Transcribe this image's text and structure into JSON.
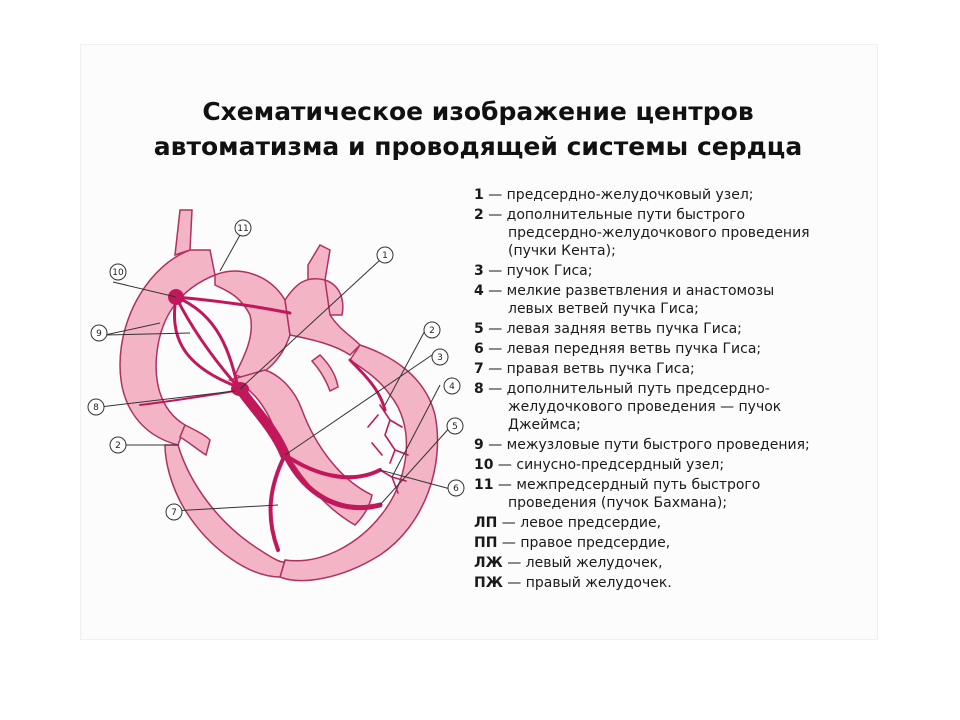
{
  "title": {
    "line1": "Схематическое изображение центров",
    "line2": "автоматизма и проводящей системы сердца"
  },
  "legend": [
    {
      "key": "1",
      "lines": [
        "предсердно-желудочковый узел;"
      ]
    },
    {
      "key": "2",
      "lines": [
        "дополнительные пути быстрого",
        "предсердно-желудочкового проведения",
        "(пучки Кента);"
      ]
    },
    {
      "key": "3",
      "lines": [
        "пучок Гиса;"
      ]
    },
    {
      "key": "4",
      "lines": [
        "мелкие разветвления и анастомозы",
        "левых ветвей пучка Гиса;"
      ]
    },
    {
      "key": "5",
      "lines": [
        "левая задняя ветвь пучка Гиса;"
      ]
    },
    {
      "key": "6",
      "lines": [
        "левая передняя ветвь пучка Гиса;"
      ]
    },
    {
      "key": "7",
      "lines": [
        "правая ветвь пучка Гиса;"
      ]
    },
    {
      "key": "8",
      "lines": [
        "дополнительный путь предсердно-",
        "желудочкового проведения — пучок",
        "Джеймса;"
      ]
    },
    {
      "key": "9",
      "lines": [
        "межузловые пути быстрого проведения;"
      ]
    },
    {
      "key": "10",
      "lines": [
        "синусно-предсердный узел;"
      ]
    },
    {
      "key": "11",
      "lines": [
        "межпредсердный путь быстрого",
        "проведения (пучок Бахмана);"
      ]
    },
    {
      "key": "ЛП",
      "lines": [
        "левое предсердие,"
      ]
    },
    {
      "key": "ПП",
      "lines": [
        "правое предсердие,"
      ]
    },
    {
      "key": "ЛЖ",
      "lines": [
        "левый желудочек,"
      ]
    },
    {
      "key": "ПЖ",
      "lines": [
        "правый желудочек."
      ]
    }
  ],
  "separator": " — ",
  "diagram": {
    "labels": [
      "1",
      "2",
      "3",
      "4",
      "5",
      "6",
      "7",
      "8",
      "9",
      "10",
      "11",
      "2"
    ],
    "colors": {
      "wall": "#f3b5c6",
      "outline": "#b03060",
      "conduction": "#c2185b"
    }
  }
}
